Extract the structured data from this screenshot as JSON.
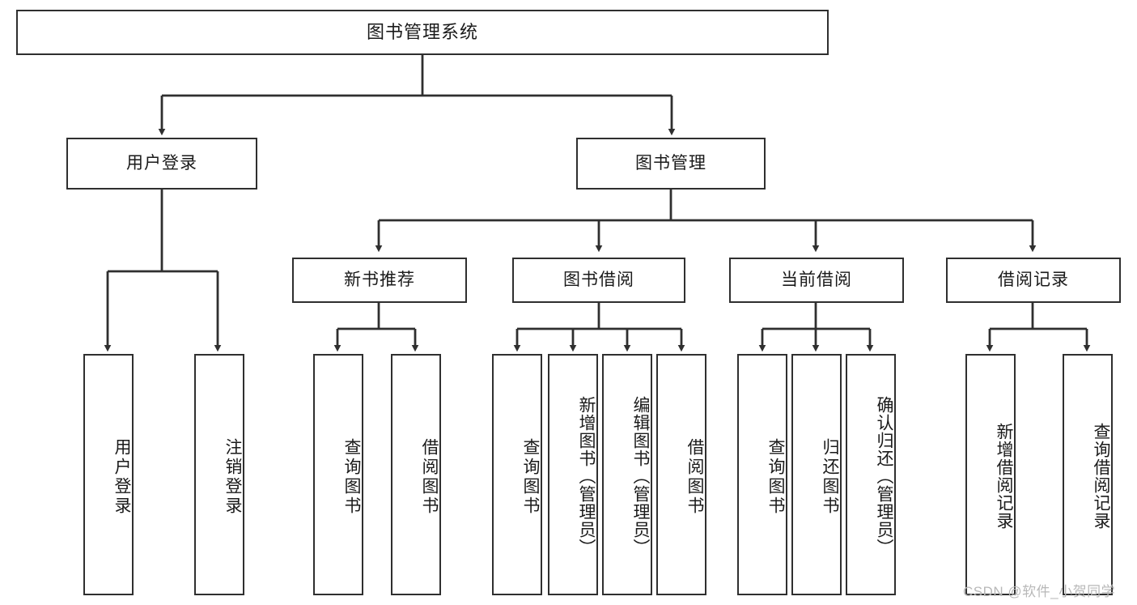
{
  "diagram": {
    "type": "tree-hierarchy",
    "root": {
      "label": "图书管理系统"
    },
    "level2": [
      {
        "label": "用户登录"
      },
      {
        "label": "图书管理"
      }
    ],
    "level3": [
      {
        "label": "新书推荐"
      },
      {
        "label": "图书借阅"
      },
      {
        "label": "当前借阅"
      },
      {
        "label": "借阅记录"
      }
    ],
    "leaves": {
      "user_login": [
        {
          "label": "用户登录"
        },
        {
          "label": "注销登录"
        }
      ],
      "new_book_recommend": [
        {
          "label": "查询图书"
        },
        {
          "label": "借阅图书"
        }
      ],
      "book_borrow": [
        {
          "label": "查询图书"
        },
        {
          "label": "新增图书（管理员）"
        },
        {
          "label": "编辑图书（管理员）"
        },
        {
          "label": "借阅图书"
        }
      ],
      "current_borrow": [
        {
          "label": "查询图书"
        },
        {
          "label": "归还图书"
        },
        {
          "label": "确认归还（管理员）"
        }
      ],
      "borrow_record": [
        {
          "label": "新增借阅记录"
        },
        {
          "label": "查询借阅记录"
        }
      ]
    }
  },
  "watermark": {
    "text": "CSDN @软件_小贺同学"
  },
  "colors": {
    "stroke": "#2f2f2f",
    "background": "#ffffff",
    "text": "#1a1a1a",
    "watermark": "#b8b8b8"
  }
}
